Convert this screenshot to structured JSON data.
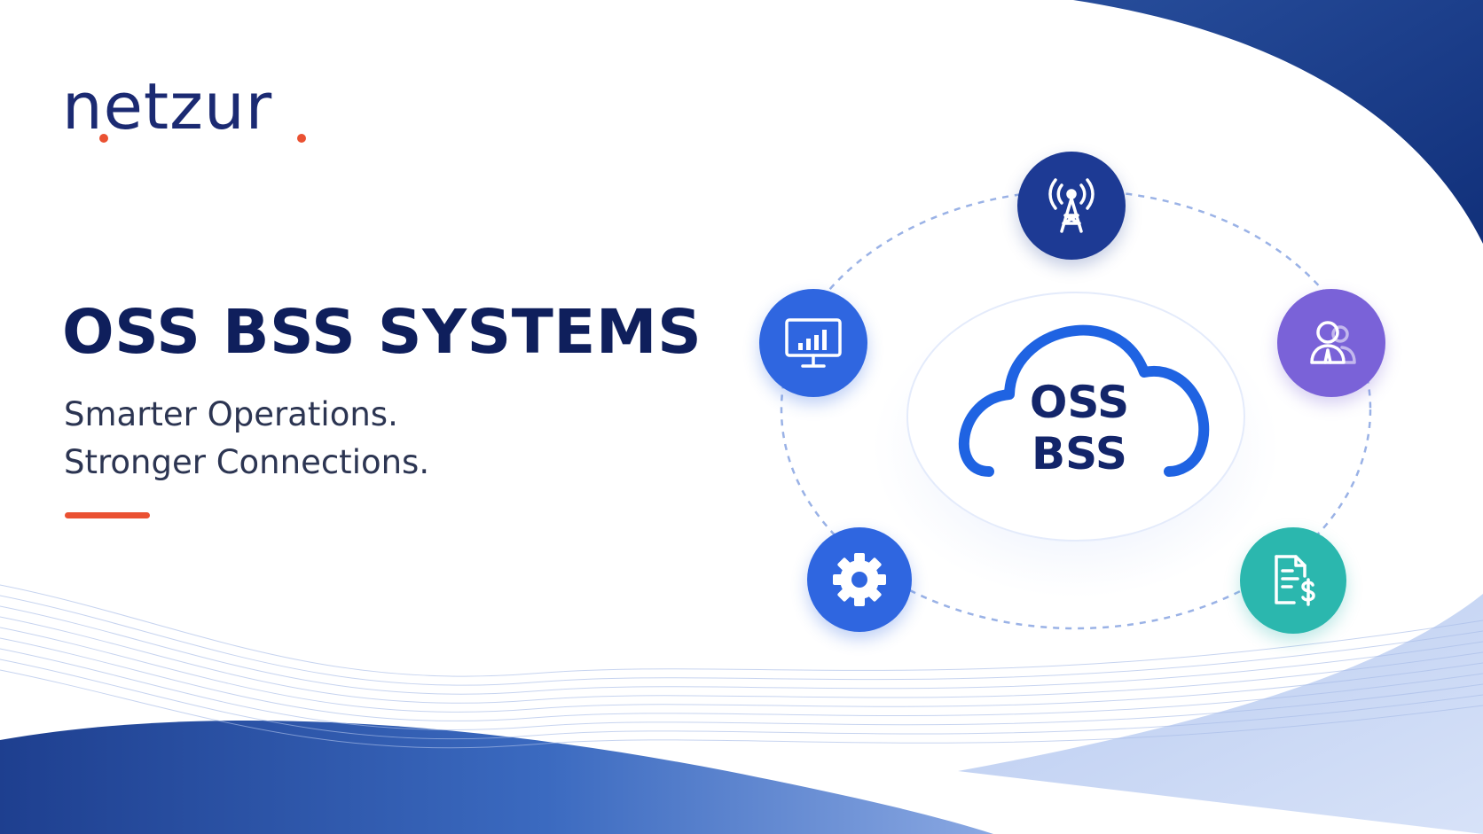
{
  "brand": {
    "logo_text": "netzur",
    "accent_color": "#ea5132",
    "primary_color": "#1b2a72"
  },
  "hero": {
    "headline": "OSS BSS SYSTEMS",
    "tagline_line1": "Smarter Operations.",
    "tagline_line2": "Stronger Connections."
  },
  "diagram": {
    "center_line1": "OSS",
    "center_line2": "BSS",
    "nodes": [
      {
        "icon": "signal-tower-icon",
        "color": "#1d3a94"
      },
      {
        "icon": "users-icon",
        "color": "#7a62d8"
      },
      {
        "icon": "invoice-dollar-icon",
        "color": "#2bb7ae"
      },
      {
        "icon": "gear-icon",
        "color": "#2f66e0"
      },
      {
        "icon": "analytics-monitor-icon",
        "color": "#2f66e0"
      }
    ]
  }
}
